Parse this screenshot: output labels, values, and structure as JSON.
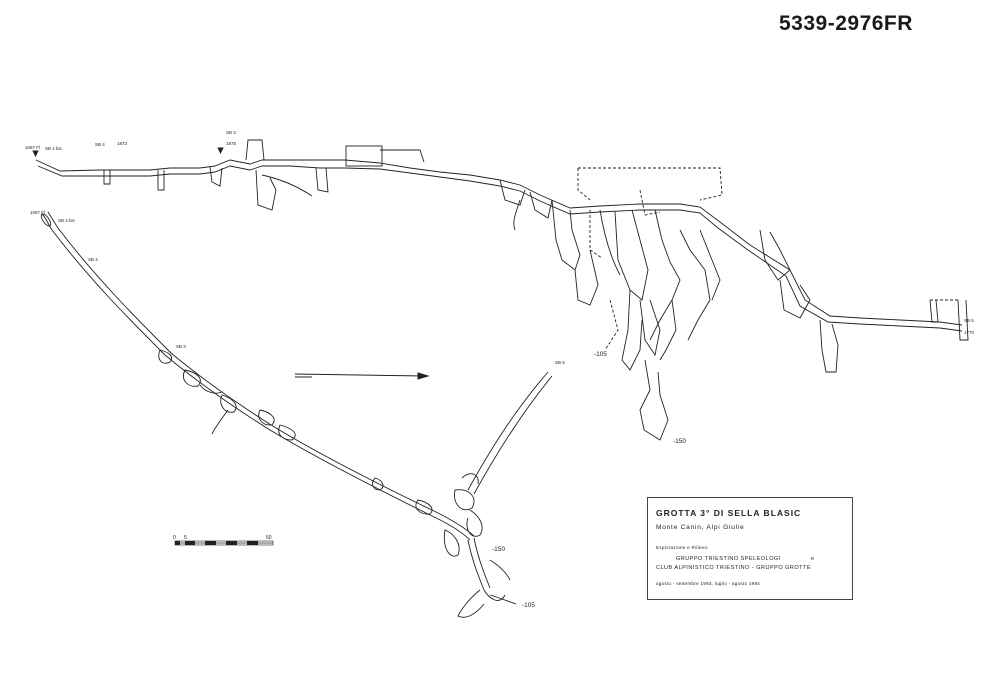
{
  "map_code": "5339-2976FR",
  "legend": {
    "title": "GROTTA 3° DI SELLA BLASIC",
    "subtitle": "Monte Canin, Alpi Giulie",
    "exploration_label": "Esplorazione e Rilievo:",
    "org1": "GRUPPO TRIESTINO SPELEOLOGI",
    "org_sep": "e",
    "org2": "CLUB ALPINISTICO TRIESTINO - GRUPPO GROTTE",
    "dates": "agosto - settembre 1993, luglio - agosto 1994"
  },
  "scale": {
    "start": "0",
    "mid": "5",
    "end": "50"
  },
  "plan_labels": {
    "sb4bis": "SB 4 bis",
    "sb4": "SB 4",
    "sb3": "SB 3",
    "sb5": "SB 5",
    "elev_1067": "1067 Fl",
    "elev_1873": "1873",
    "elev_1875": "1875",
    "elev_1770": "1770",
    "depth_105": "-105",
    "depth_150": "-150"
  },
  "section_labels": {
    "elev_1067": "1067 Fl",
    "sb4bis": "SB 4 bis",
    "sb4": "SB 4",
    "sb3": "SB 3",
    "sb5": "SB 5",
    "depth_150": "-150",
    "depth_105": "-105"
  },
  "colors": {
    "ink": "#222222",
    "paper": "#ffffff"
  }
}
